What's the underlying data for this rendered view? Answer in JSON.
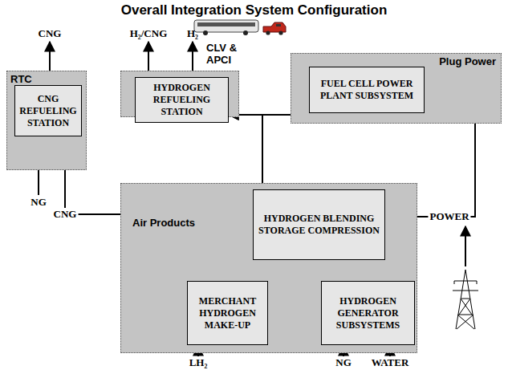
{
  "diagram": {
    "title": "Overall Integration System Configuration",
    "nodes": [
      {
        "text": [
          "RTC"
        ]
      },
      {
        "text": [
          "CNG REFUELING STATION"
        ],
        "in": 0
      },
      {
        "text": [
          "CLV & APCI"
        ]
      },
      {
        "text": [
          "HYDROGEN REFUELING STATION"
        ],
        "in": 2
      },
      {
        "text": [
          "Plug Power"
        ]
      },
      {
        "text": [
          "FUEL CELL POWER PLANT SUBSYSTEM"
        ],
        "in": 4
      },
      {
        "text": [
          "Air Products"
        ]
      },
      {
        "text": [
          "HYDROGEN BLENDING STORAGE COMPRESSION"
        ],
        "in": 6
      },
      {
        "text": [
          "MERCHANT HYDROGEN MAKE-UP"
        ],
        "in": 6
      },
      {
        "text": [
          "HYDROGEN GENERATOR SUBSYSTEMS"
        ],
        "in": 6
      }
    ],
    "edges": [
      {
        "from": 1,
        "to": 7,
        "label": "CNG",
        "arrow": "to"
      },
      {
        "from": 3,
        "to": 5,
        "arrow": "both"
      },
      {
        "from": 7,
        "to": 3,
        "arrow": "to"
      },
      {
        "from": 7,
        "to": 5,
        "arrow": "to"
      },
      {
        "from": 8,
        "to": 7,
        "arrow": "to"
      },
      {
        "from": 9,
        "to": 7,
        "arrow": "to"
      },
      {
        "from": 5,
        "to": 7,
        "label": "POWER",
        "arrow": "to"
      }
    ],
    "labels": [
      "CNG",
      "NG",
      "H₂/CNG",
      "H₂",
      "LH₂",
      "NG",
      "WATER"
    ]
  }
}
